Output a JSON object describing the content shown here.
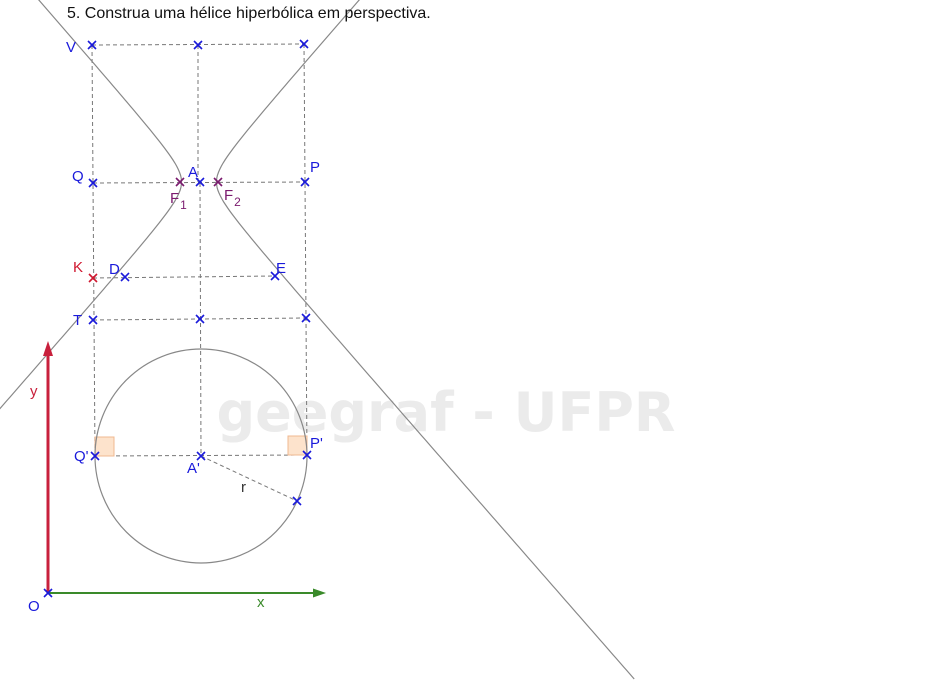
{
  "title": "5.  Construa uma hélice hiperbólica em perspectiva.",
  "watermark": "geegraf - UFPR",
  "colors": {
    "point": "#1a1adb",
    "focus": "#7a1a6e",
    "red_point": "#d01830",
    "y_axis": "#c8203c",
    "x_axis": "#3a8a2a",
    "curve": "#888888",
    "dashed": "#777777",
    "right_angle_fill": "#fde3cc",
    "right_angle_stroke": "#f0b890"
  },
  "labels": {
    "V": "V",
    "Q": "Q",
    "A": "A",
    "P": "P",
    "F1": "F",
    "F1_sub": "1",
    "F2": "F",
    "F2_sub": "2",
    "K": "K",
    "D": "D",
    "E": "E",
    "T": "T",
    "Qp": "Q'",
    "Ap": "A'",
    "Pp": "P'",
    "r": "r",
    "y": "y",
    "x": "x",
    "O": "O"
  }
}
